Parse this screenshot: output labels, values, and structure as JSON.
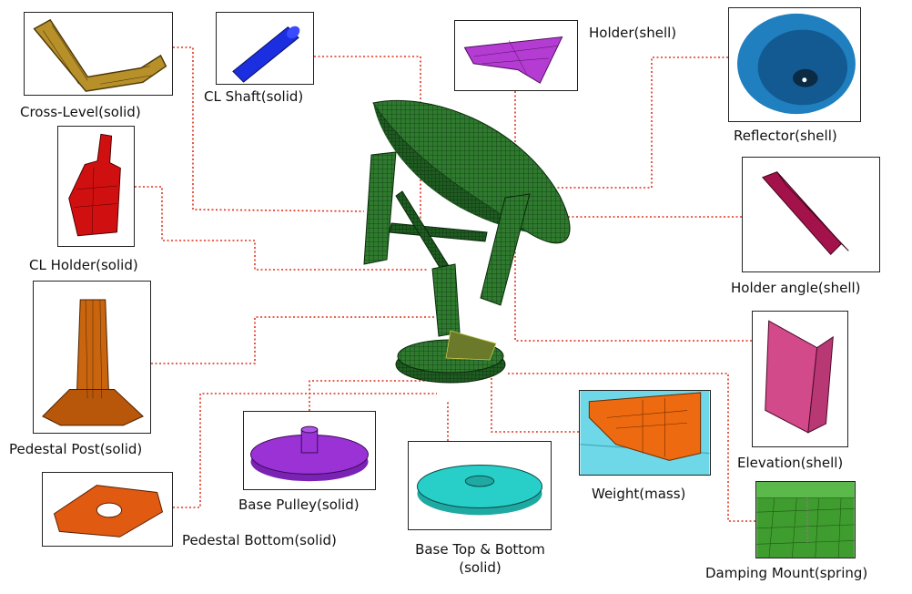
{
  "components": [
    {
      "id": "cross-level",
      "label": "Cross-Level(solid)",
      "color": "#b8902a"
    },
    {
      "id": "cl-shaft",
      "label": "CL Shaft(solid)",
      "color": "#1b2ee0"
    },
    {
      "id": "holder",
      "label": "Holder(shell)",
      "color": "#b43cd2"
    },
    {
      "id": "reflector",
      "label": "Reflector(shell)",
      "color": "#1f7fbf"
    },
    {
      "id": "cl-holder",
      "label": "CL Holder(solid)",
      "color": "#d01010"
    },
    {
      "id": "holder-angle",
      "label": "Holder angle(shell)",
      "color": "#a3124a"
    },
    {
      "id": "pedestal-post",
      "label": "Pedestal Post(solid)",
      "color": "#c8650e"
    },
    {
      "id": "elevation",
      "label": "Elevation(shell)",
      "color": "#d24a8a"
    },
    {
      "id": "base-pulley",
      "label": "Base Pulley(solid)",
      "color": "#9a32d6"
    },
    {
      "id": "base-top-bottom",
      "label_line1": "Base Top & Bottom",
      "label_line2": "(solid)",
      "color": "#28cfc8"
    },
    {
      "id": "weight",
      "label": "Weight(mass)",
      "color": "#ee6a10"
    },
    {
      "id": "pedestal-bottom",
      "label": "Pedestal Bottom(solid)",
      "color": "#e05a12"
    },
    {
      "id": "damping-mount",
      "label": "Damping Mount(spring)",
      "color": "#3f9c2e"
    }
  ],
  "antenna_color": "#2b6e2b",
  "leader_color": "#e0321e"
}
